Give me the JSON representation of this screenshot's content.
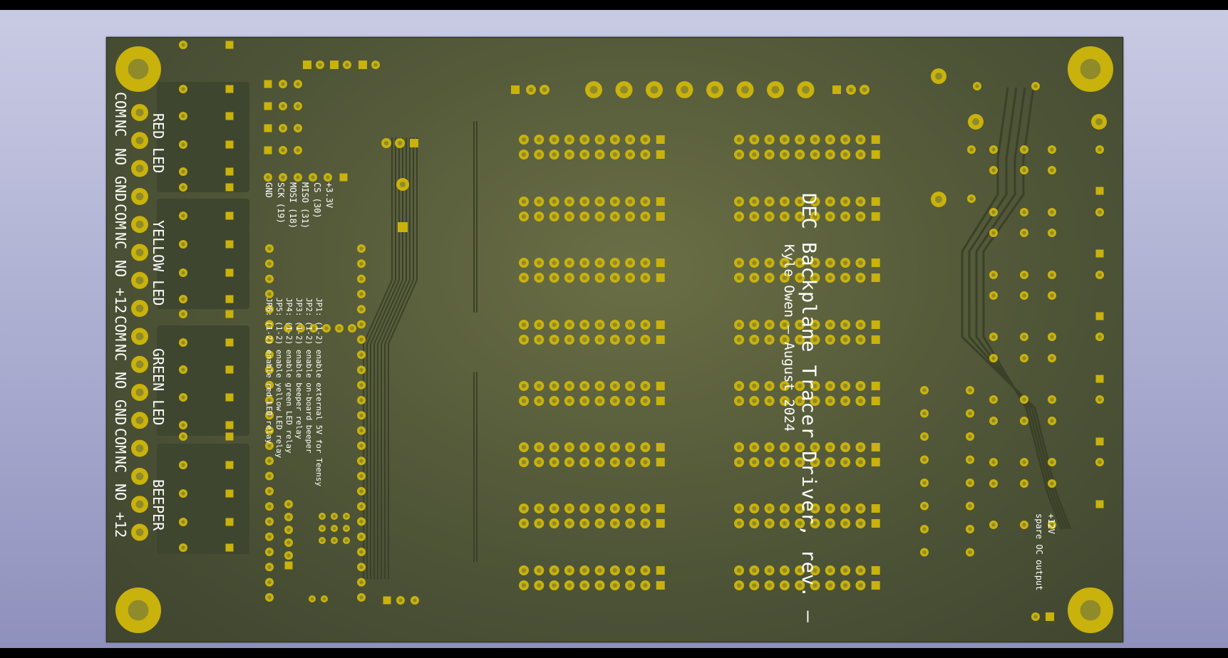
{
  "board": {
    "title": "DEC Backplane Tracer Driver, rev. –",
    "author_line": "Kyle Owen – August 2024",
    "relay_labels": [
      "RED LED",
      "YELLOW LED",
      "GREEN LED",
      "BEEPER"
    ],
    "terminal_pins": [
      "COM",
      "NC",
      "NO",
      "GND",
      "COM",
      "NC",
      "NO",
      "+12",
      "COM",
      "NC",
      "NO",
      "GND",
      "COM",
      "NC",
      "NO",
      "+12"
    ],
    "teensy_pins": [
      "+3.3V",
      "CS (30)",
      "MISO (31)",
      "MOSI (18)",
      "SCK (19)",
      "GND"
    ],
    "jumpers": [
      "JP1: (1-2) enable external 5V for Teensy",
      "JP2: (1-2) enable on-board beeper",
      "JP3: (1-2) enable beeper relay",
      "JP4: (1-2) enable green LED relay",
      "JP5: (1-2) enable yellow LED relay",
      "JP6: (1-2) enable red LED relay"
    ],
    "spare_output": [
      "+12V",
      "spare OC output"
    ]
  },
  "colors": {
    "soldermask": "#4f5537",
    "copper_pad": "#c9b20c",
    "silkscreen": "#ffffff",
    "background_top": "#c9cbe4",
    "background_bottom": "#8f91bd"
  }
}
